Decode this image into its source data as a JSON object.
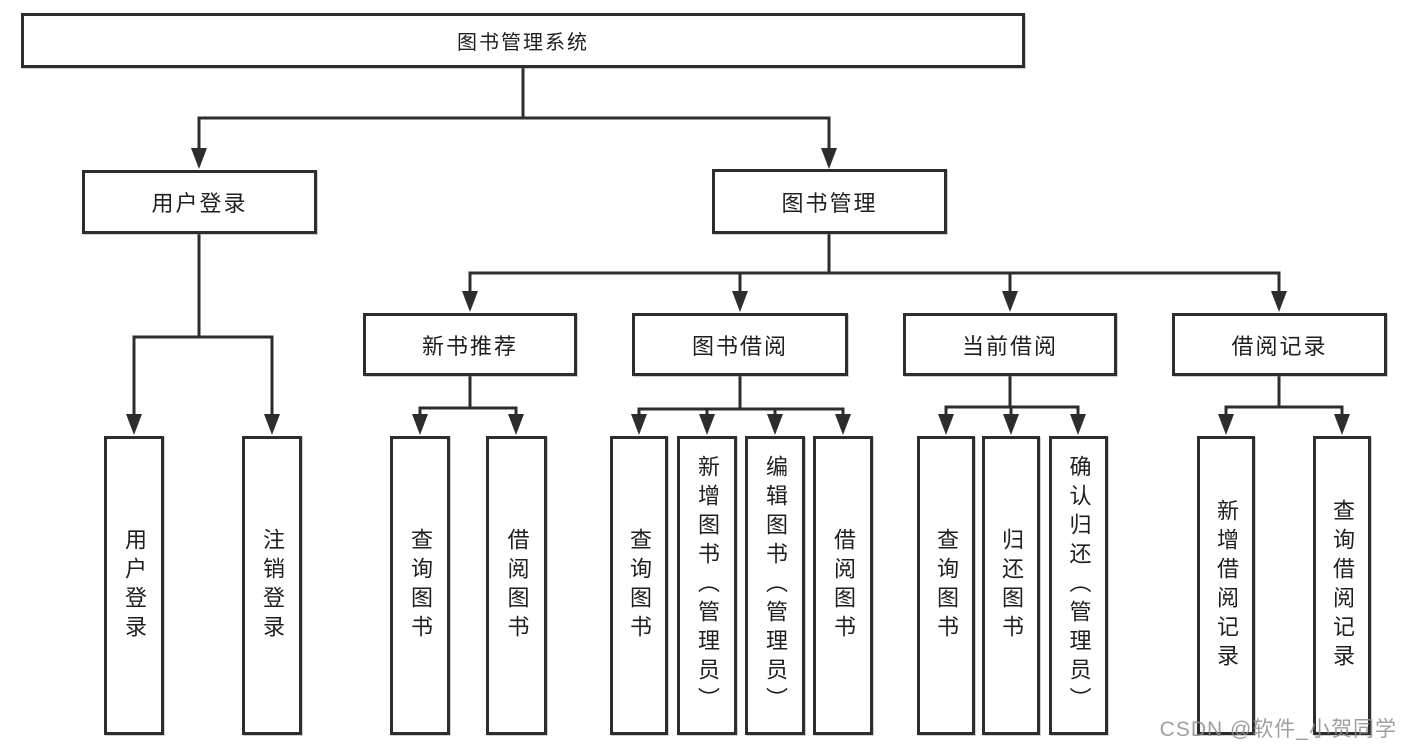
{
  "diagram_type": "hierarchy-tree",
  "tree": {
    "root": {
      "label": "图书管理系统",
      "children": [
        {
          "label": "用户登录",
          "children": [
            {
              "label": "用户登录"
            },
            {
              "label": "注销登录"
            }
          ]
        },
        {
          "label": "图书管理",
          "children": [
            {
              "label": "新书推荐",
              "children": [
                {
                  "label": "查询图书"
                },
                {
                  "label": "借阅图书"
                }
              ]
            },
            {
              "label": "图书借阅",
              "children": [
                {
                  "label": "查询图书"
                },
                {
                  "label": "新增图书（管理员）"
                },
                {
                  "label": "编辑图书（管理员）"
                },
                {
                  "label": "借阅图书"
                }
              ]
            },
            {
              "label": "当前借阅",
              "children": [
                {
                  "label": "查询图书"
                },
                {
                  "label": "归还图书"
                },
                {
                  "label": "确认归还（管理员）"
                }
              ]
            },
            {
              "label": "借阅记录",
              "children": [
                {
                  "label": "新增借阅记录"
                },
                {
                  "label": "查询借阅记录"
                }
              ]
            }
          ]
        }
      ]
    }
  },
  "colors": {
    "line": "#2d2d2d",
    "text": "#1f1f1f",
    "background": "#ffffff",
    "watermark": "#8f8f8f"
  },
  "watermark": {
    "text": "CSDN @软件_小贺同学"
  }
}
